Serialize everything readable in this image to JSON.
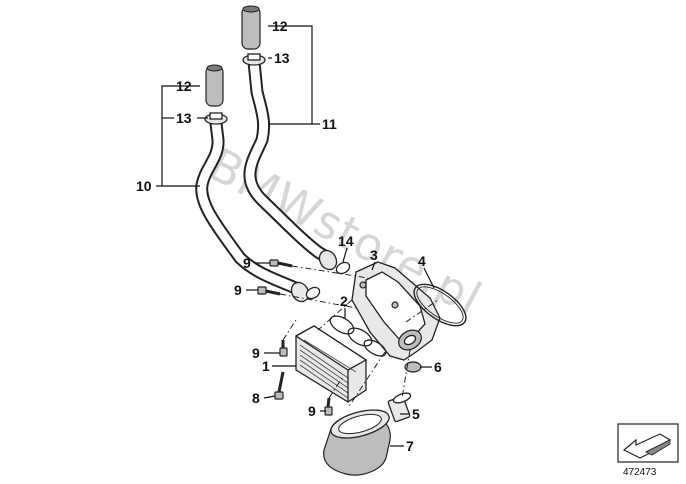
{
  "callouts": [
    {
      "id": "c12a",
      "label": "12"
    },
    {
      "id": "c13a",
      "label": "13"
    },
    {
      "id": "c11",
      "label": "11"
    },
    {
      "id": "c12b",
      "label": "12"
    },
    {
      "id": "c13b",
      "label": "13"
    },
    {
      "id": "c10",
      "label": "10"
    },
    {
      "id": "c14",
      "label": "14"
    },
    {
      "id": "c3",
      "label": "3"
    },
    {
      "id": "c4",
      "label": "4"
    },
    {
      "id": "c9a",
      "label": "9"
    },
    {
      "id": "c9b",
      "label": "9"
    },
    {
      "id": "c2",
      "label": "2"
    },
    {
      "id": "c9c",
      "label": "9"
    },
    {
      "id": "c1",
      "label": "1"
    },
    {
      "id": "c6",
      "label": "6"
    },
    {
      "id": "c8",
      "label": "8"
    },
    {
      "id": "c9d",
      "label": "9"
    },
    {
      "id": "c5",
      "label": "5"
    },
    {
      "id": "c7",
      "label": "7"
    }
  ],
  "watermark": "BMWstore.pl",
  "reference_number": "472473",
  "icons": {
    "orientation_box": "arrow-direction-icon"
  }
}
